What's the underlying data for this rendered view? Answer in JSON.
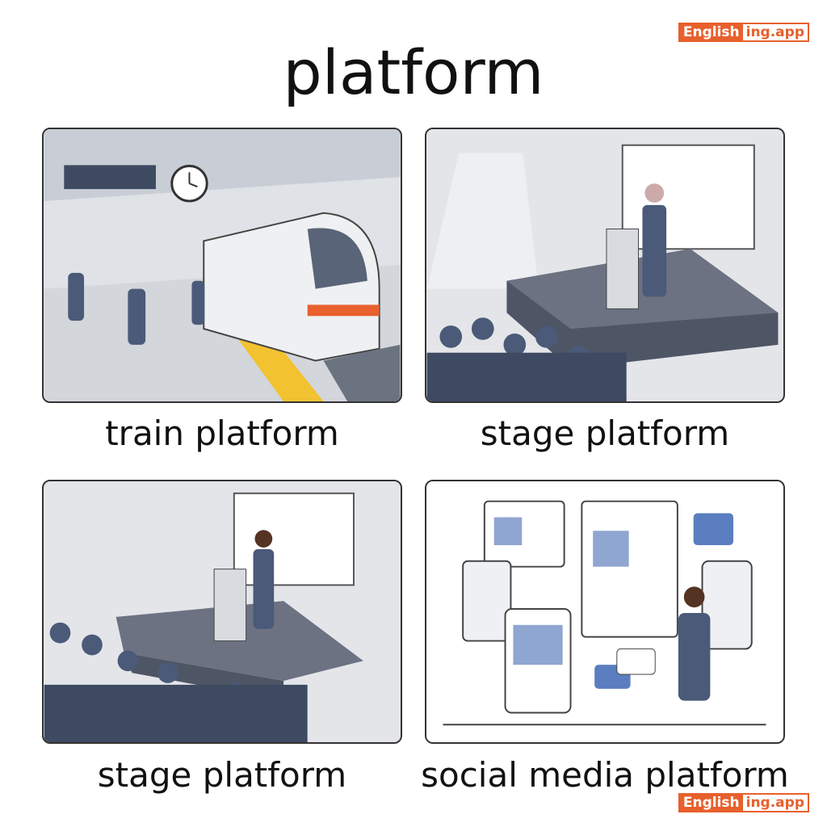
{
  "title": "platform",
  "logo": {
    "part1": "English",
    "part2": "ing.app"
  },
  "panels": [
    {
      "caption": "train platform",
      "scene": "train-station"
    },
    {
      "caption": "stage platform",
      "scene": "male-speaker-stage"
    },
    {
      "caption": "stage platform",
      "scene": "female-speaker-stage"
    },
    {
      "caption": "social media platform",
      "scene": "social-media-screens"
    }
  ],
  "colors": {
    "accent": "#e8602c",
    "figure": "#4a5a78",
    "stripe": "#f2c230"
  }
}
